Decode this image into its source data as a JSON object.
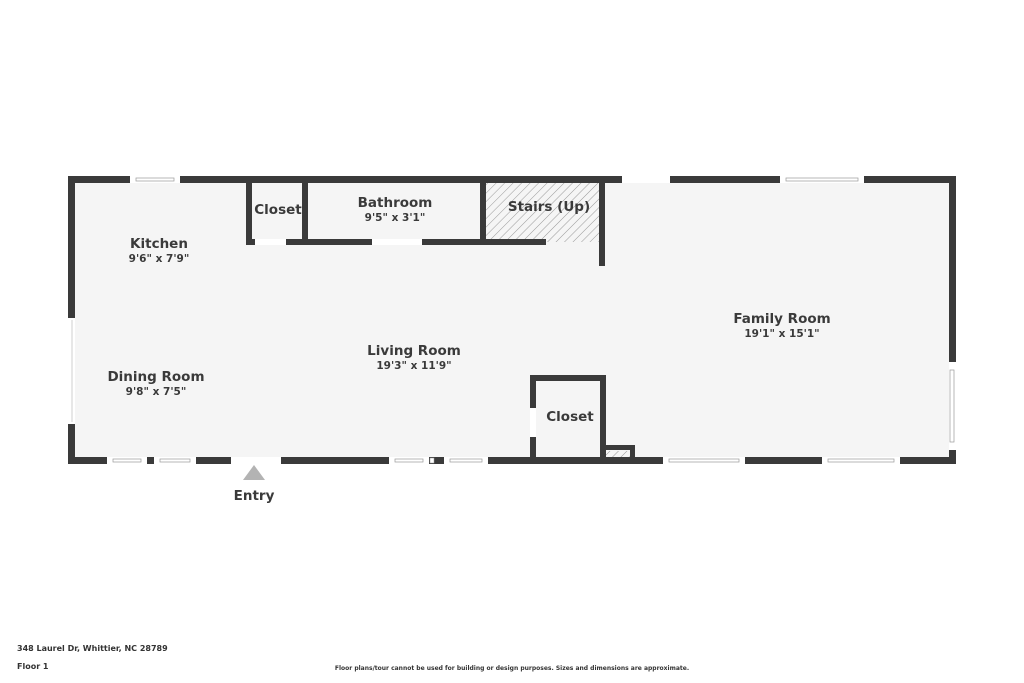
{
  "floor_plan": {
    "colors": {
      "wall": "#3a3a3a",
      "floor": "#f5f5f5",
      "background": "#ffffff",
      "entry_marker": "#b3b3b3",
      "text": "#3a3a3a"
    },
    "rooms": [
      {
        "id": "kitchen",
        "name": "Kitchen",
        "dimensions": "9'6\" x 7'9\""
      },
      {
        "id": "closet-top",
        "name": "Closet",
        "dimensions": ""
      },
      {
        "id": "bathroom",
        "name": "Bathroom",
        "dimensions": "9'5\" x 3'1\""
      },
      {
        "id": "stairs",
        "name": "Stairs (Up)",
        "dimensions": ""
      },
      {
        "id": "family-room",
        "name": "Family Room",
        "dimensions": "19'1\" x 15'1\""
      },
      {
        "id": "living-room",
        "name": "Living Room",
        "dimensions": "19'3\" x 11'9\""
      },
      {
        "id": "dining-room",
        "name": "Dining Room",
        "dimensions": "9'8\" x 7'5\""
      },
      {
        "id": "closet-bottom",
        "name": "Closet",
        "dimensions": ""
      }
    ],
    "entry_label": "Entry"
  },
  "footer": {
    "address": "348 Laurel Dr, Whittier, NC 28789",
    "floor": "Floor 1",
    "disclaimer": "Floor plans/tour cannot be used for building or design purposes. Sizes and dimensions are approximate."
  }
}
